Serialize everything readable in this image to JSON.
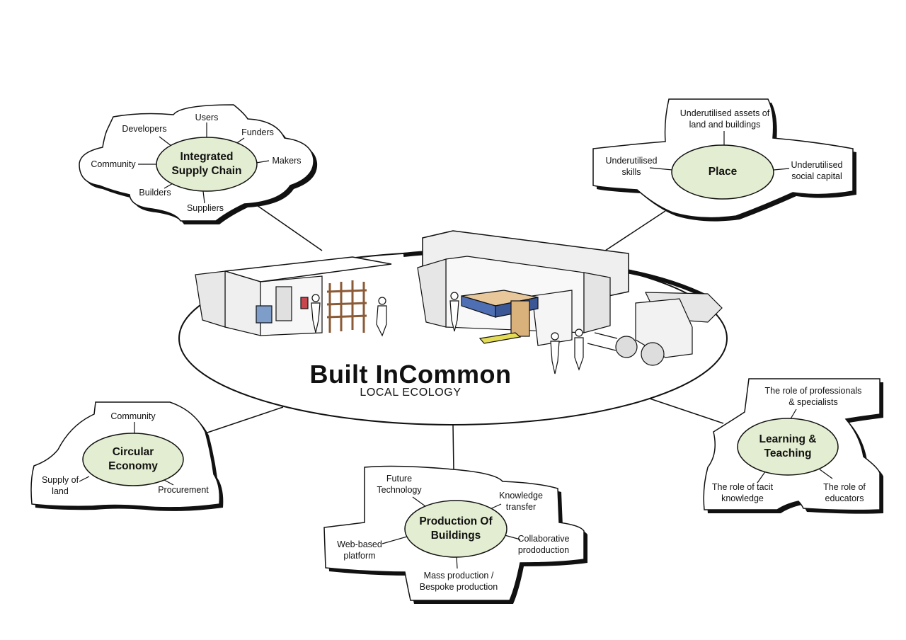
{
  "title": "Built InCommon",
  "subtitle": "LOCAL ECOLOGY",
  "clusters": {
    "supply": {
      "hub": "Integrated\nSupply Chain",
      "items": [
        "Users",
        "Developers",
        "Funders",
        "Community",
        "Makers",
        "Builders",
        "Suppliers"
      ]
    },
    "place": {
      "hub": "Place",
      "items": [
        "Underutilised assets of\nland and buildings",
        "Underutilised\nskills",
        "Underutilised\nsocial capital"
      ]
    },
    "circular": {
      "hub": "Circular\nEconomy",
      "items": [
        "Community",
        "Supply of\nland",
        "Procurement"
      ]
    },
    "production": {
      "hub": "Production Of\nBuildings",
      "items": [
        "Future\nTechnology",
        "Knowledge\ntransfer",
        "Web-based\nplatform",
        "Collaborative\nprododuction",
        "Mass production /\nBespoke production"
      ]
    },
    "learning": {
      "hub": "Learning &\nTeaching",
      "items": [
        "The role of professionals\n& specialists",
        "The role of tacit\nknowledge",
        "The role of\neducators"
      ]
    }
  },
  "colors": {
    "hub_fill": "#e3edd1",
    "stroke": "#111111",
    "cloud_fill": "#ffffff"
  }
}
